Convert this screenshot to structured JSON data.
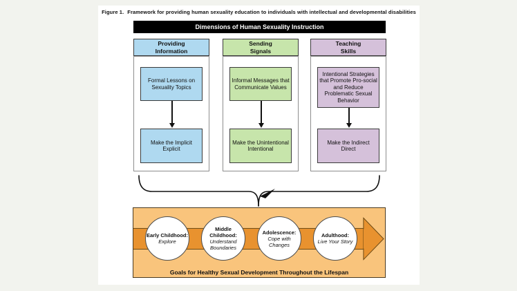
{
  "figure": {
    "label": "Figure 1.",
    "title": "Framework for providing human sexuality education to individuals with intellectual and developmental disabilities"
  },
  "banner": {
    "label": "Dimensions of Human Sexuality Instruction"
  },
  "columns": [
    {
      "header_lines": [
        "Providing",
        "Information"
      ],
      "top_box": "Formal Lessons on Sexuality Topics",
      "bottom_box": "Make the Implicit Explicit",
      "fill": "#AFD9F0"
    },
    {
      "header_lines": [
        "Sending",
        "Signals"
      ],
      "top_box": "Informal Messages that Communicate Values",
      "bottom_box": "Make the Unintentional Intentional",
      "fill": "#C7E5AB"
    },
    {
      "header_lines": [
        "Teaching",
        "Skills"
      ],
      "top_box": "Intentional Strategies that Promote Pro-social and Reduce Problematic Sexual Behavior",
      "bottom_box": "Make the Indirect Direct",
      "fill": "#D5C1DA"
    }
  ],
  "lifespan": {
    "stages": [
      {
        "name": "Early Childhood:",
        "goal": "Explore"
      },
      {
        "name": "Middle Childhood:",
        "goal": "Understand Boundaries"
      },
      {
        "name": "Adolescence:",
        "goal": "Cope with Changes"
      },
      {
        "name": "Adulthood:",
        "goal": "Live Your Story"
      }
    ],
    "caption": "Goals for Healthy Sexual Development Throughout the Lifespan"
  },
  "colors": {
    "column_blue": "#AFD9F0",
    "column_green": "#C7E5AB",
    "column_purple": "#D5C1DA",
    "banner_bg": "#000000",
    "banner_text": "#FFFFFF",
    "lifespan_bg": "#F9C47C",
    "lifespan_arrow": "#E8922F",
    "page_bg": "#FFFFFF",
    "canvas_bg": "#F2F3EE"
  }
}
